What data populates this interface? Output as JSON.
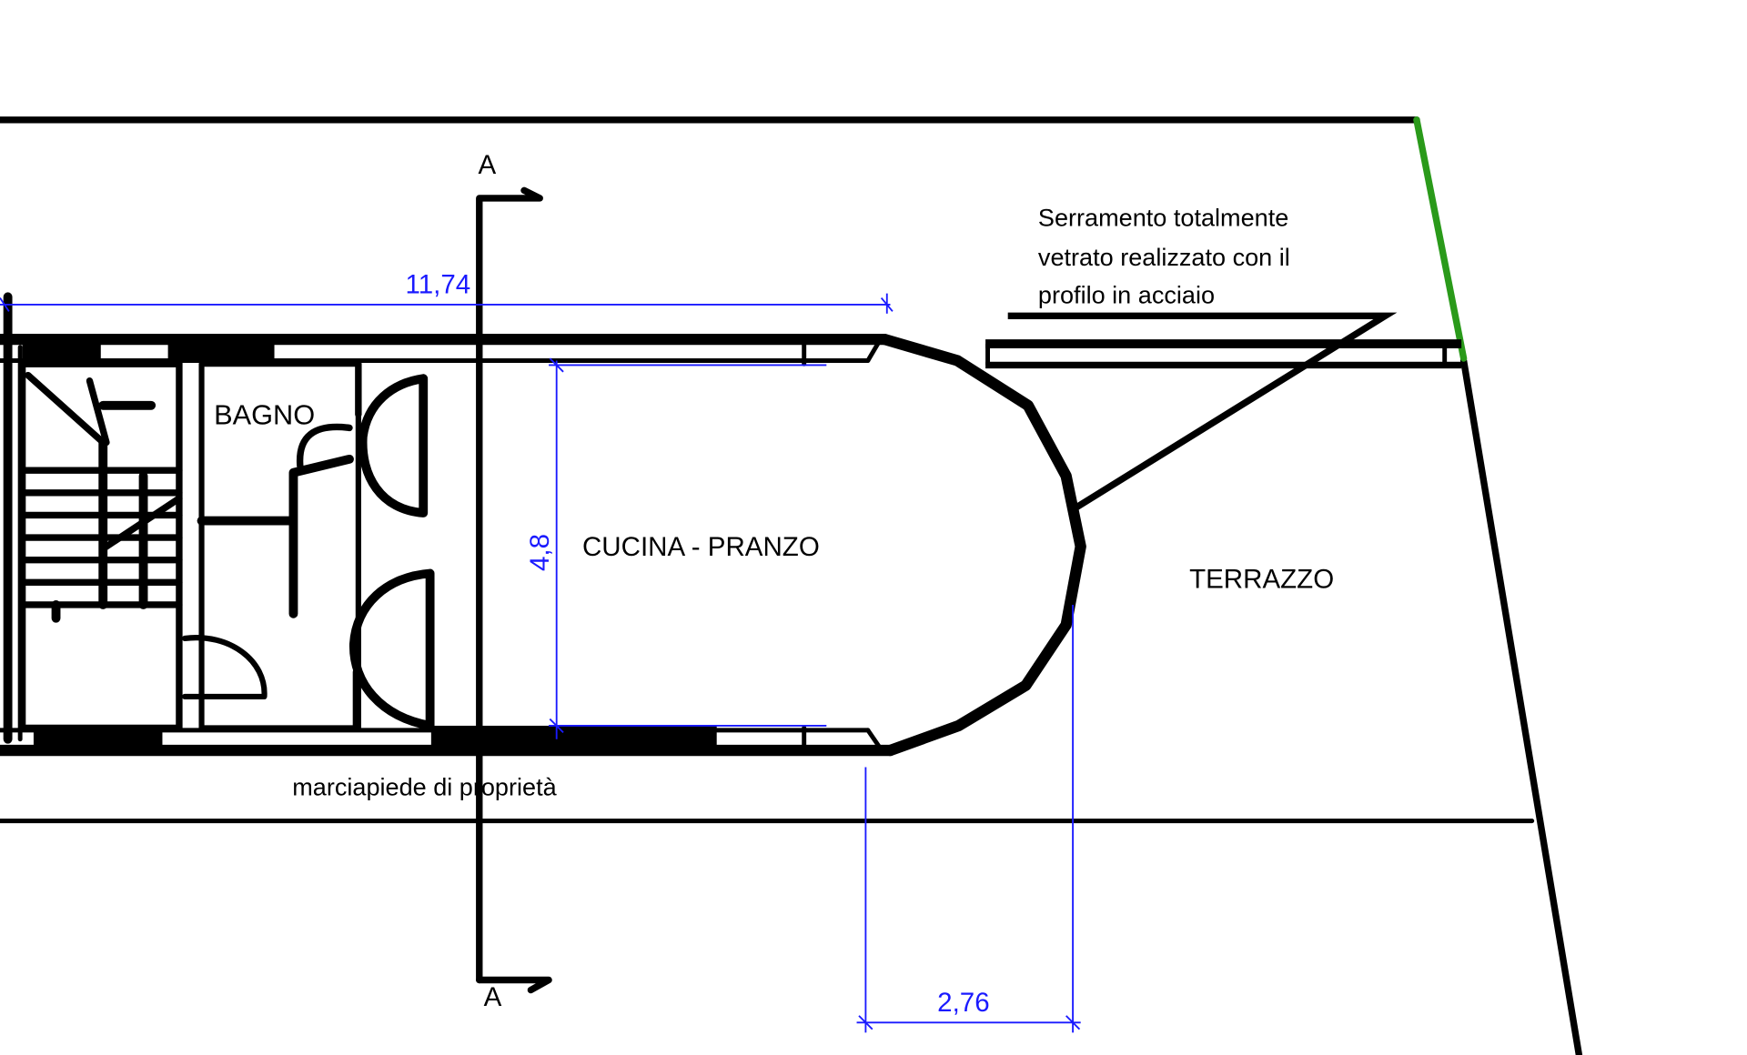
{
  "rooms": {
    "bagno": "BAGNO",
    "cucina": "CUCINA - PRANZO",
    "terrazzo": "TERRAZZO"
  },
  "sidewalk_label": "marciapiede di proprietà",
  "note": {
    "line1": "Serramento totalmente",
    "line2": "vetrato realizzato con il",
    "line3": "profilo in acciaio"
  },
  "section_marks": {
    "top": "A",
    "bottom": "A"
  },
  "dimensions": {
    "length": "11,74",
    "width": "4,8",
    "depth": "2,76"
  },
  "colors": {
    "walls": "#000000",
    "dimension": "#1a1aff",
    "highlight": "#2a9a1a"
  }
}
